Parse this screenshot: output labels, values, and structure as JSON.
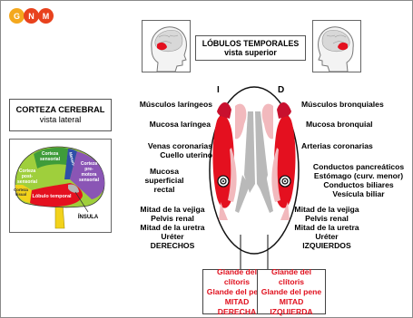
{
  "logo": {
    "letters": [
      "G",
      "N",
      "M"
    ],
    "colors": [
      "#f4a81d",
      "#e8421d",
      "#e8421d"
    ]
  },
  "top_box": {
    "line1": "LÓBULOS TEMPORALES",
    "line2": "vista superior"
  },
  "left_box": {
    "line1": "CORTEZA CEREBRAL",
    "line2": "vista lateral"
  },
  "brain_lateral": {
    "regions": [
      {
        "label": "Corteza sensorial",
        "color": "#3f9c3a"
      },
      {
        "label": "Corteza post-sensorial",
        "color": "#9fcf3c"
      },
      {
        "label": "Corteza pre-motora sensorial",
        "color": "#8a55b5"
      },
      {
        "label": "Mesencéfalo",
        "color": "#2f4fa8"
      },
      {
        "label": "Corteza visual",
        "color": "#f2d21b"
      },
      {
        "label": "Lóbulo temporal",
        "color": "#e4101f"
      }
    ],
    "regions_text": {
      "sensorial": "Corteza\nsensorial",
      "post": "Corteza\npost-\nsensorial",
      "premotora": "Corteza\npre-\nmotora\nsensorial",
      "meso": "Mesen-\ncéfalo",
      "visual": "Corteza\nvisual",
      "temporal": "Lóbulo temporal",
      "insula": "ÍNSULA"
    }
  },
  "side_labels": {
    "left": "I",
    "right": "D"
  },
  "left_labels": [
    "Músculos laríngeos",
    "Mucosa laríngea",
    "Venas coronarias\nCuello uterino",
    "Mucosa\nsuperficial\nrectal",
    "Mitad de la vejiga\nPelvis renal\nMitad de la uretra\nUréter\nDERECHOS"
  ],
  "right_labels": [
    "Músculos bronquiales",
    "Mucosa bronquial",
    "Arterias coronarias",
    "Conductos pancreáticos\nEstómago (curv. menor)\nConductos biliares\nVesícula biliar",
    "Mitad de la vejiga\nPelvis renal\nMitad de la uretra\nUréter\nIZQUIERDOS"
  ],
  "bottom_left_box": {
    "lines": [
      "Glande del clítoris",
      "Glande del pene",
      "MITAD",
      "DERECHA"
    ]
  },
  "bottom_right_box": {
    "lines": [
      "Glande del clítoris",
      "Glande del pene",
      "MITAD",
      "IZQUIERDA"
    ]
  },
  "colors": {
    "red": "#e4101f",
    "dark_red": "#c8102e",
    "pink": "#f2b9bd",
    "gray": "#b9b9b9",
    "label_red": "#e0101e"
  }
}
